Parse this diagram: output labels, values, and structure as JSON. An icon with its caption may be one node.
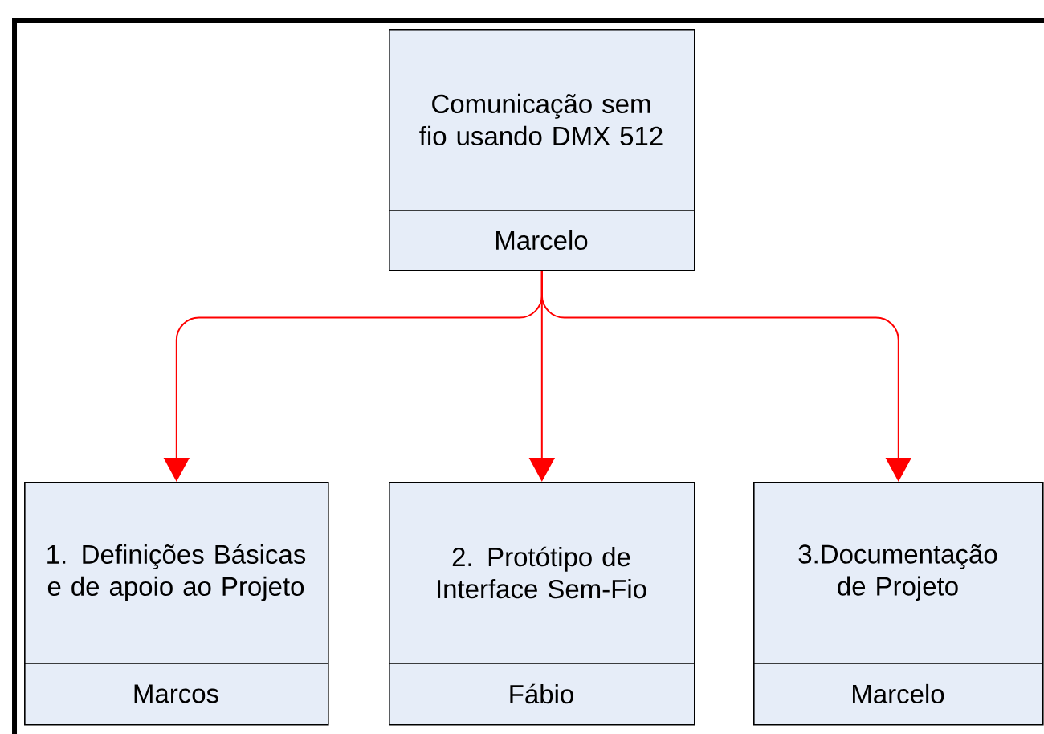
{
  "diagram": {
    "nodes": [
      {
        "text": [
          "Comunicação sem fio usando DMX 512",
          "Marcelo"
        ]
      },
      {
        "text": [
          "1. Definições Básicas e de apoio ao Projeto",
          "Marcos"
        ]
      },
      {
        "text": [
          "2. Protótipo de Interface Sem-Fio",
          "Fábio"
        ]
      },
      {
        "text": [
          "3.Documentação de Projeto",
          "Marcelo"
        ]
      }
    ],
    "edges": [
      {
        "from": 0,
        "to": 1,
        "arrow": "to"
      },
      {
        "from": 0,
        "to": 2,
        "arrow": "to"
      },
      {
        "from": 0,
        "to": 3,
        "arrow": "to"
      }
    ]
  }
}
